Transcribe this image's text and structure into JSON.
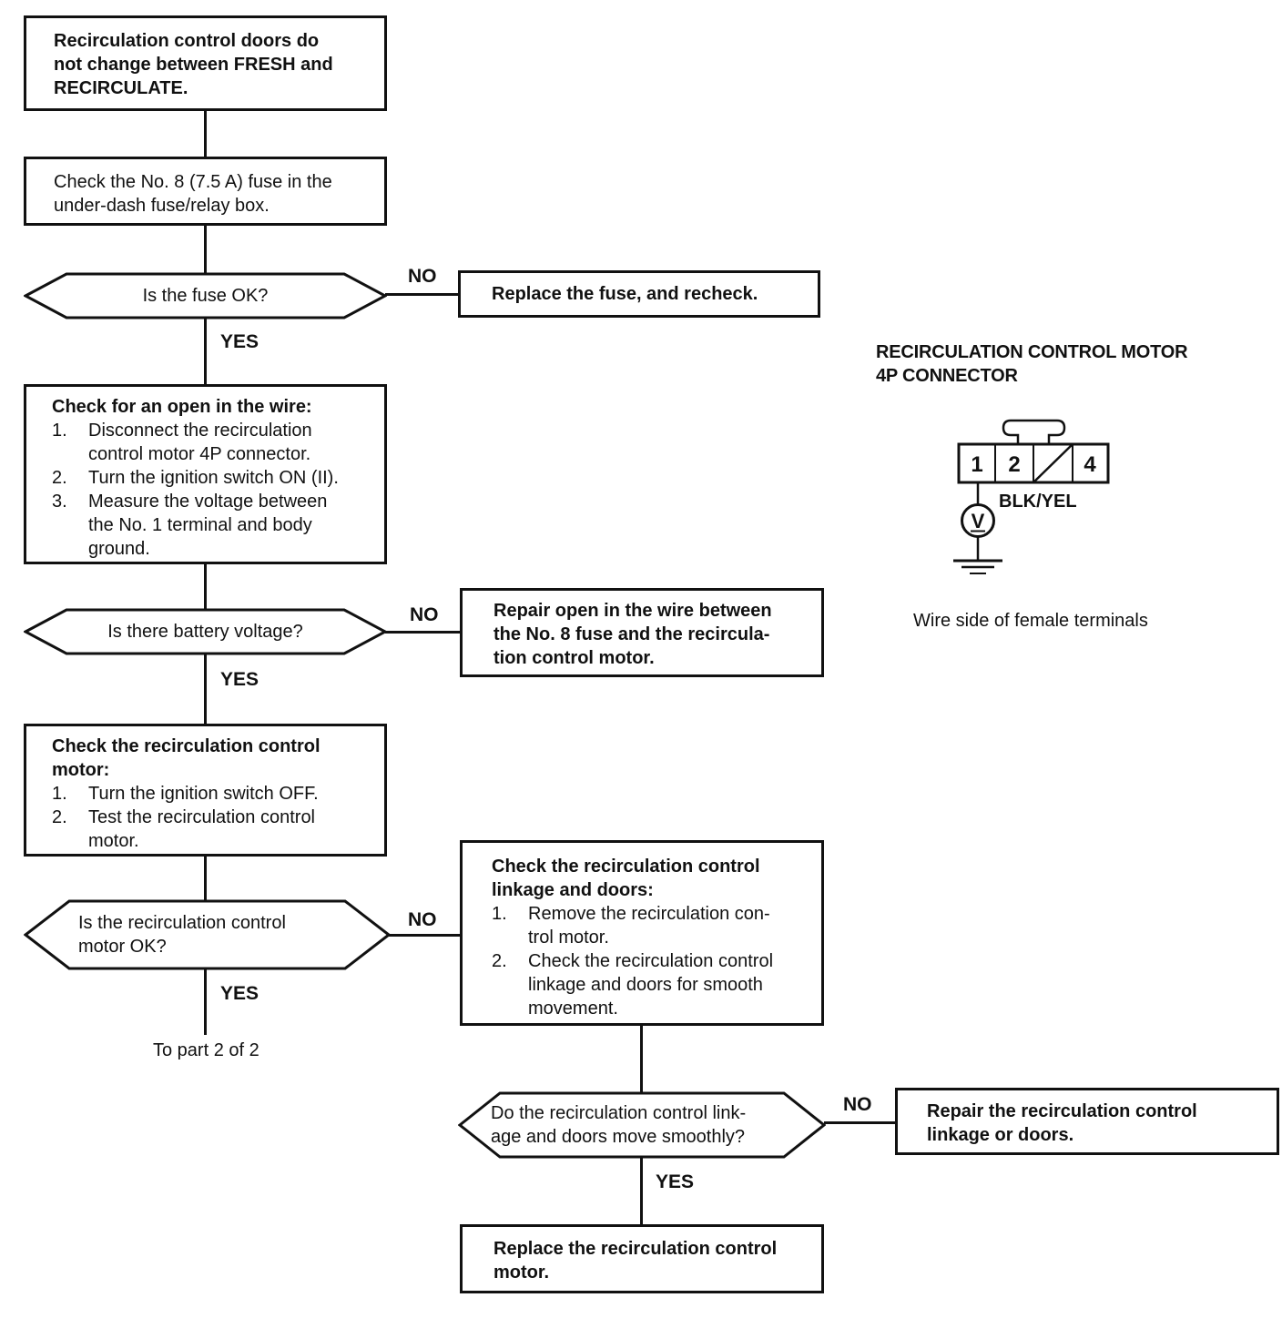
{
  "page": {
    "background": "#ffffff",
    "ink": "#111111"
  },
  "labels": {
    "yes": "YES",
    "no": "NO",
    "to_part_note": "To part 2 of 2"
  },
  "flowchart": {
    "problem": {
      "lines": [
        "Recirculation control doors do",
        "not change between FRESH and",
        "RECIRCULATE."
      ]
    },
    "fuse_check": {
      "lines": [
        "Check the No. 8 (7.5 A) fuse in the",
        "under-dash fuse/relay box."
      ]
    },
    "q_fuse_ok": {
      "text": "Is the fuse OK?"
    },
    "replace_fuse": {
      "lines": [
        "Replace the fuse, and recheck."
      ]
    },
    "wire_check": {
      "title_lines": [
        "Check for an open in the wire:"
      ],
      "steps": [
        {
          "num": "1.",
          "lines": [
            "Disconnect the recirculation",
            "control motor 4P connector."
          ]
        },
        {
          "num": "2.",
          "lines": [
            "Turn the ignition switch ON (II)."
          ]
        },
        {
          "num": "3.",
          "lines": [
            "Measure the voltage between",
            "the No. 1 terminal and body",
            "ground."
          ]
        }
      ]
    },
    "q_battery_voltage": {
      "text": "Is there battery voltage?"
    },
    "repair_open": {
      "lines": [
        "Repair open in the wire between",
        "the No. 8 fuse and the recircula-",
        "tion control motor."
      ]
    },
    "motor_check": {
      "title_lines": [
        "Check the recirculation control",
        "motor:"
      ],
      "steps": [
        {
          "num": "1.",
          "lines": [
            "Turn the ignition switch OFF."
          ]
        },
        {
          "num": "2.",
          "lines": [
            "Test the recirculation control",
            "motor."
          ]
        }
      ]
    },
    "q_motor_ok": {
      "lines": [
        "Is the recirculation control",
        "motor OK?"
      ]
    },
    "linkage_check": {
      "title_lines": [
        "Check the recirculation control",
        "linkage and doors:"
      ],
      "steps": [
        {
          "num": "1.",
          "lines": [
            "Remove the recirculation con-",
            "trol motor."
          ]
        },
        {
          "num": "2.",
          "lines": [
            "Check the recirculation control",
            "linkage and doors for smooth",
            "movement."
          ]
        }
      ]
    },
    "q_linkage_smooth": {
      "lines": [
        "Do the recirculation control link-",
        "age and doors move smoothly?"
      ]
    },
    "repair_linkage": {
      "lines": [
        "Repair the recirculation control",
        "linkage or doors."
      ]
    },
    "replace_motor": {
      "lines": [
        "Replace the recirculation control",
        "motor."
      ]
    }
  },
  "connector_diagram": {
    "title_lines": [
      "RECIRCULATION CONTROL MOTOR",
      "4P CONNECTOR"
    ],
    "terminals": [
      "1",
      "2",
      "4"
    ],
    "wire_label": "BLK/YEL",
    "meter_label": "V",
    "caption": "Wire side of female terminals"
  }
}
